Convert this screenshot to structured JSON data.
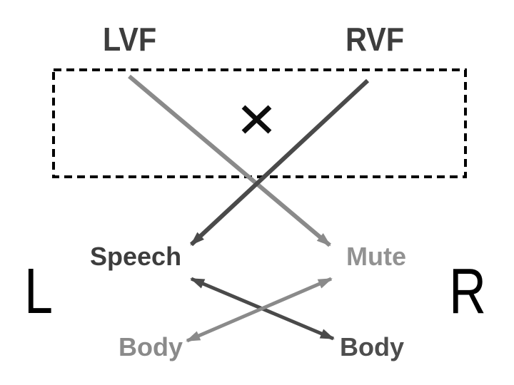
{
  "diagram": {
    "left_visual_field_label": "LVF",
    "right_visual_field_label": "RVF",
    "speech_label": "Speech",
    "mute_label": "Mute",
    "body_left_label": "Body",
    "body_right_label": "Body",
    "left_hemisphere_label": "L",
    "right_hemisphere_label": "R",
    "icons": {
      "fixation_cross_glyph": "×"
    },
    "colors": {
      "dark_pathway": "#4a4a4a",
      "light_pathway": "#8a8a8a",
      "heading_text": "#3d3d3d",
      "mute_text": "#929292",
      "body_left_text": "#8a8a8a",
      "body_right_text": "#4d4d4d",
      "hemisphere_text": "#000000",
      "box_border": "#000000",
      "fixation_cross": "#0d0d0d",
      "background": "#ffffff"
    },
    "connections": [
      {
        "from": "LVF",
        "to": "Mute",
        "pathway": "light_pathway",
        "arrowheads": "end"
      },
      {
        "from": "RVF",
        "to": "Speech",
        "pathway": "dark_pathway",
        "arrowheads": "end"
      },
      {
        "from": "Speech",
        "to": "Body (right)",
        "pathway": "dark_pathway",
        "arrowheads": "both"
      },
      {
        "from": "Mute",
        "to": "Body (left)",
        "pathway": "light_pathway",
        "arrowheads": "both"
      }
    ]
  }
}
